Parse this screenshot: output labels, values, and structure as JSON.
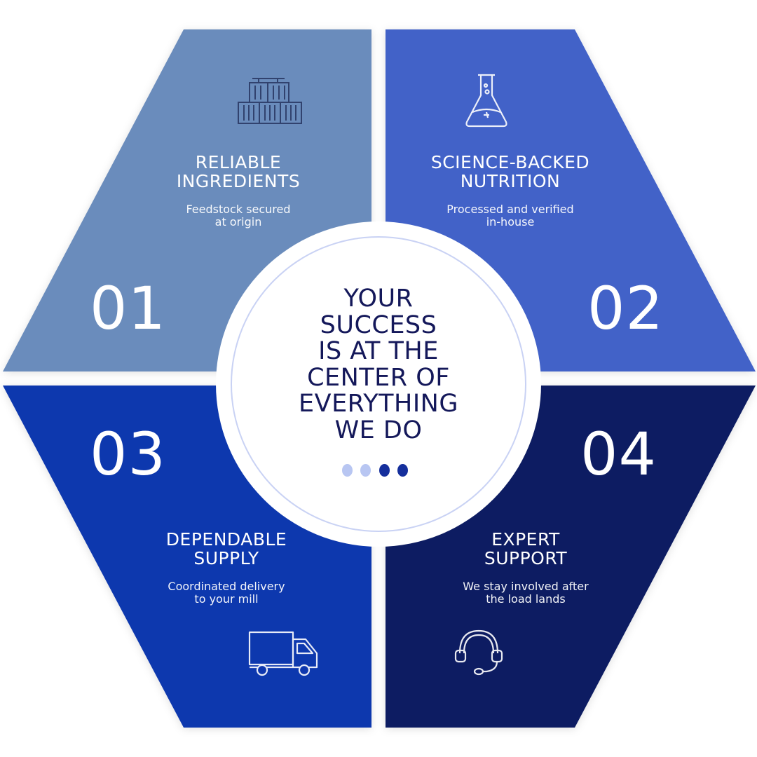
{
  "center": {
    "text": "YOUR\nSUCCESS\nIS AT THE\nCENTER OF\nEVERYTHING\nWE DO"
  },
  "segments": [
    {
      "number": "01",
      "title_line1": "RELIABLE",
      "title_line2": "INGREDIENTS",
      "desc_line1": "Feedstock secured",
      "desc_line2": "at origin",
      "icon": "boxes-icon",
      "color": "#6b8cbc"
    },
    {
      "number": "02",
      "title_line1": "SCIENCE-BACKED",
      "title_line2": "NUTRITION",
      "desc_line1": "Processed and verified",
      "desc_line2": "in-house",
      "icon": "flask-icon",
      "color": "#4262c8"
    },
    {
      "number": "03",
      "title_line1": "DEPENDABLE",
      "title_line2": "SUPPLY",
      "desc_line1": "Coordinated delivery",
      "desc_line2": "to your mill",
      "icon": "truck-icon",
      "color": "#0f37ae"
    },
    {
      "number": "04",
      "title_line1": "EXPERT",
      "title_line2": "SUPPORT",
      "desc_line1": "We stay involved after",
      "desc_line2": "the load lands",
      "icon": "headset-icon",
      "color": "#0c1f62"
    }
  ],
  "pager_dots": [
    "#b8c6f2",
    "#b8c6f2",
    "#152f9c",
    "#152f9c"
  ]
}
